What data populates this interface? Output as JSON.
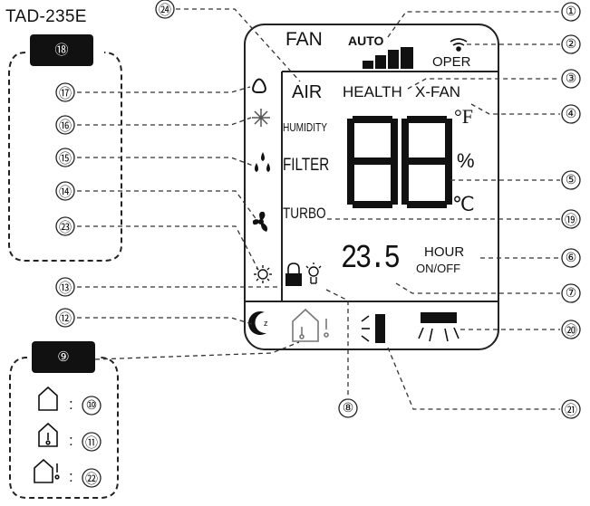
{
  "model": "TAD-235E",
  "lcd": {
    "fan": "FAN",
    "auto": "AUTO",
    "oper": "OPER",
    "air": "AIR",
    "health": "HEALTH",
    "xfan": "X-FAN",
    "humidity": "HUMIDITY",
    "filter": "FILTER",
    "turbo": "TURBO",
    "big_digits": "88",
    "unit_f": "°F",
    "unit_percent": "%",
    "unit_c": "℃",
    "temp": "23.5",
    "hour": "HOUR",
    "onoff": "ON/OFF"
  },
  "callouts": [
    "①",
    "②",
    "③",
    "④",
    "⑤",
    "⑥",
    "⑦",
    "⑧",
    "⑨",
    "⑩",
    "⑪",
    "⑫",
    "⑬",
    "⑭",
    "⑮",
    "⑯",
    "⑰",
    "⑱",
    "⑲",
    "⑳",
    "㉑",
    "㉒",
    "㉓",
    "㉔"
  ],
  "legend_colon": ":"
}
